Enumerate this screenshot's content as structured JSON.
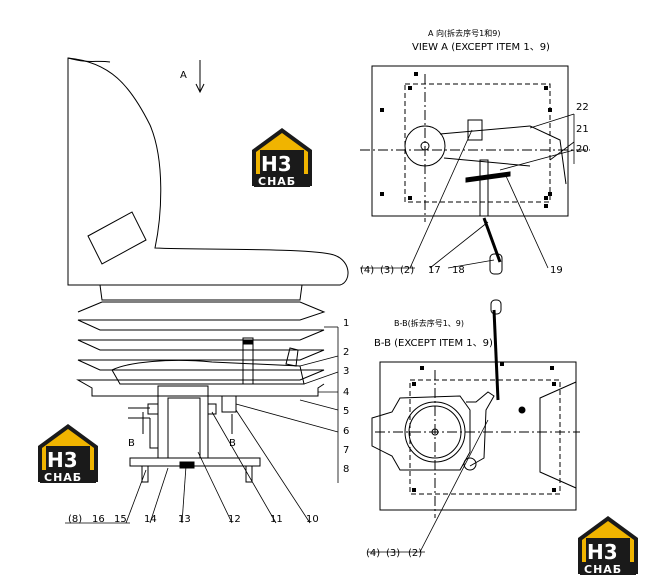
{
  "views": {
    "view_a": {
      "title_cn": "A 向(拆去序号1和9)",
      "title_en": "VIEW A (EXCEPT ITEM 1、9)"
    },
    "view_bb": {
      "title_cn": "B-B(拆去序号1、9)",
      "title_en": "B-B (EXCEPT ITEM 1、9)"
    }
  },
  "markers": {
    "view_a_arrow": "A",
    "section_b_left": "B",
    "section_b_right": "B"
  },
  "part_labels_right": [
    "1",
    "2",
    "3",
    "4",
    "5",
    "6",
    "7",
    "8"
  ],
  "part_labels_bottom": [
    "(8)",
    "16",
    "15",
    "14",
    "13",
    "12",
    "11",
    "10"
  ],
  "view_a_labels_right": [
    "22",
    "21",
    "20"
  ],
  "view_a_labels_bottom": [
    "(4)",
    "(3)",
    "(2)",
    "17",
    "18",
    "19"
  ],
  "view_bb_labels_bottom": [
    "(4)",
    "(3)",
    "(2)"
  ],
  "logo": {
    "mark": "H3",
    "text": "CHAБ",
    "color": "#f0b400",
    "dark": "#1a1a1a"
  }
}
